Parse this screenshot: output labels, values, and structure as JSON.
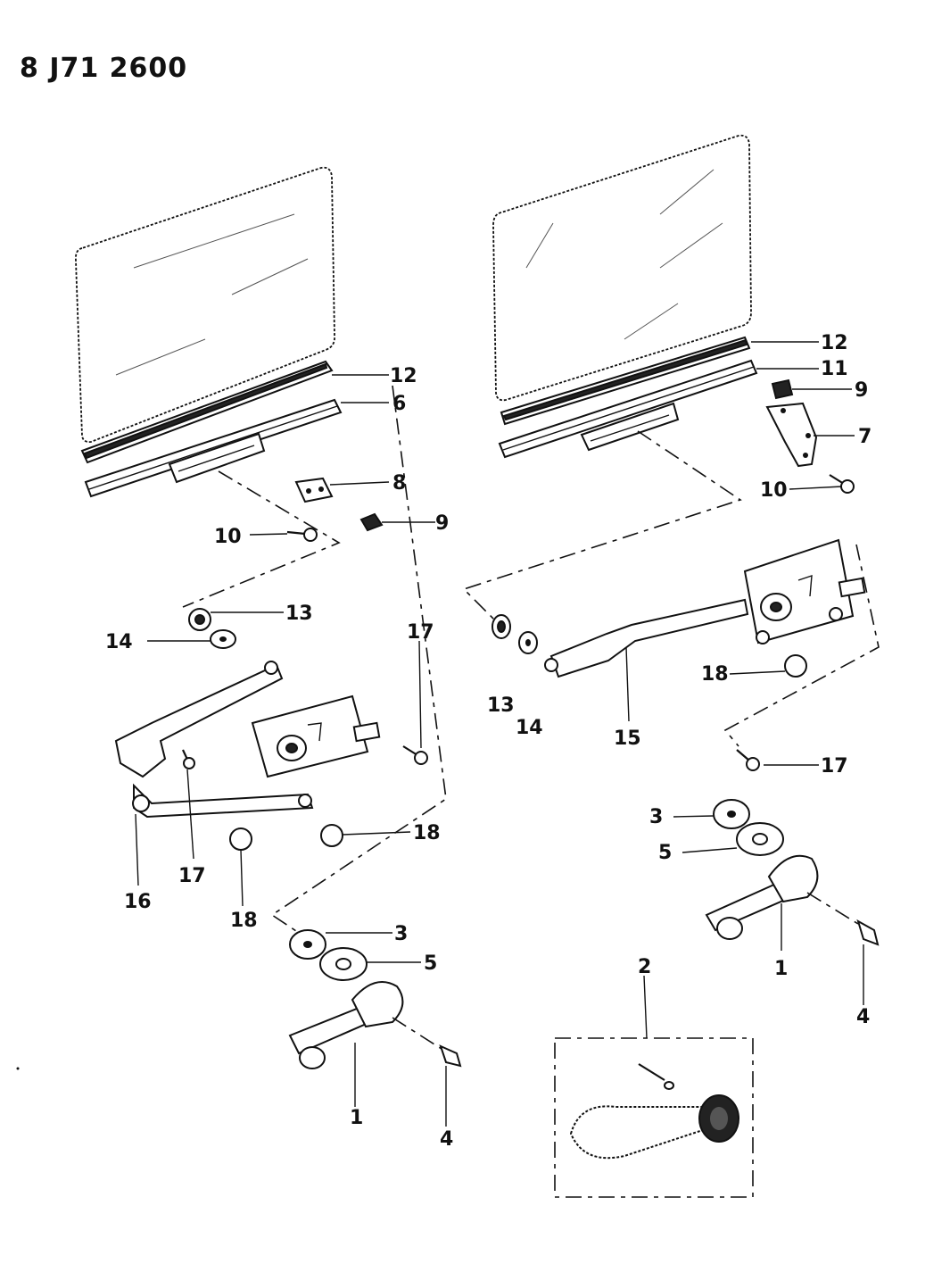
{
  "title": "8 J71 2600",
  "callouts": {
    "c1_left": "1",
    "c1_right": "1",
    "c2": "2",
    "c3_left": "3",
    "c3_right": "3",
    "c4_left": "4",
    "c4_right": "4",
    "c5_left": "5",
    "c5_right": "5",
    "c6": "6",
    "c7": "7",
    "c8": "8",
    "c9_left": "9",
    "c9_right": "9",
    "c10_left": "10",
    "c10_right": "10",
    "c11": "11",
    "c12_left": "12",
    "c12_right": "12",
    "c13_left": "13",
    "c13_right": "13",
    "c14_left": "14",
    "c14_right": "14",
    "c15": "15",
    "c16": "16",
    "c17_left_a": "17",
    "c17_left_b": "17",
    "c17_right": "17",
    "c18_left_a": "18",
    "c18_left_b": "18",
    "c18_right": "18"
  }
}
